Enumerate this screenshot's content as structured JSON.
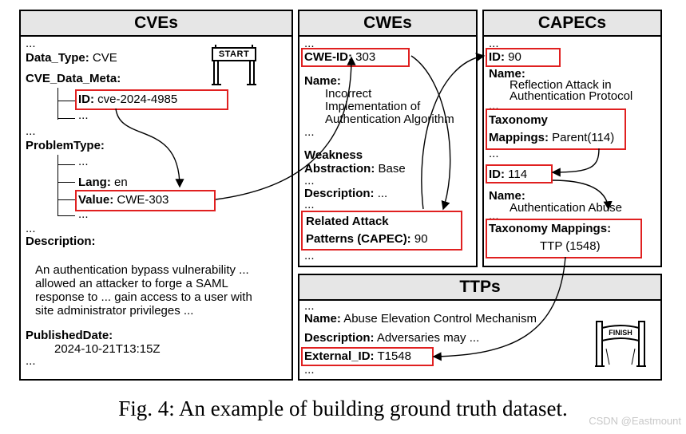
{
  "cves": {
    "title": "CVEs",
    "start_label": "START",
    "ellipsis": "...",
    "data_type_key": "Data_Type:",
    "data_type_val": "CVE",
    "meta_key": "CVE_Data_Meta:",
    "id_key": "ID:",
    "id_val": "cve-2024-4985",
    "problem_key": "ProblemType:",
    "lang_key": "Lang:",
    "lang_val": "en",
    "value_key": "Value:",
    "value_val": "CWE-303",
    "desc_key": "Description:",
    "desc_lines": [
      "An authentication bypass  vulnerability ...",
      "allowed an attacker to forge a SAML",
      "response to ... gain access to a user with",
      "site administrator privileges ..."
    ],
    "pub_key": "PublishedDate:",
    "pub_val": "2024-10-21T13:15Z"
  },
  "cwes": {
    "title": "CWEs",
    "ellipsis": "...",
    "id_key": "CWE-ID:",
    "id_val": "303",
    "name_key": "Name:",
    "name_lines": [
      "Incorrect",
      "Implementation of",
      "Authentication Algorithm"
    ],
    "weak_key1": "Weakness",
    "weak_key2": "Abstraction:",
    "weak_val": "Base",
    "desc_key": "Description:",
    "desc_val": "...",
    "rel_key1": "Related Attack",
    "rel_key2": "Patterns (CAPEC):",
    "rel_val": "90"
  },
  "capecs": {
    "title": "CAPECs",
    "ellipsis": "...",
    "id1_key": "ID:",
    "id1_val": "90",
    "name_key": "Name:",
    "name1_lines": [
      "Reflection Attack in",
      "Authentication Protocol"
    ],
    "tax_key1": "Taxonomy",
    "tax_key2": "Mappings:",
    "tax_val": "Parent(114)",
    "id2_key": "ID:",
    "id2_val": "114",
    "name2_val": "Authentication Abuse",
    "tax2_key": "Taxonomy Mappings:",
    "tax2_val": "TTP (1548)"
  },
  "ttps": {
    "title": "TTPs",
    "ellipsis": "...",
    "name_key": "Name:",
    "name_val": "Abuse Elevation Control Mechanism",
    "desc_key": "Description:",
    "desc_val": "Adversaries may ...",
    "ext_key": "External_ID:",
    "ext_val": "T1548",
    "finish_label": "FINISH"
  },
  "caption": "Fig. 4: An example of building ground truth dataset.",
  "watermark": "CSDN @Eastmount",
  "colors": {
    "highlight": "#e02020",
    "header": "#e6e6e6"
  }
}
